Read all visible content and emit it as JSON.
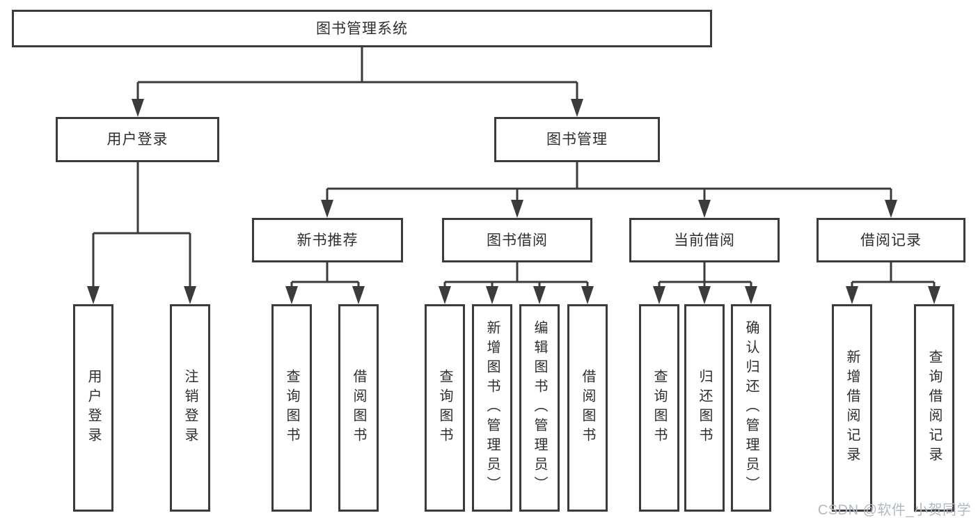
{
  "diagram": {
    "root": "图书管理系统",
    "level2": [
      {
        "label": "用户登录",
        "children": [
          "用户登录",
          "注销登录"
        ]
      },
      {
        "label": "图书管理",
        "children": [
          {
            "label": "新书推荐",
            "children": [
              "查询图书",
              "借阅图书"
            ]
          },
          {
            "label": "图书借阅",
            "children": [
              "查询图书",
              "新增图书（管理员）",
              "编辑图书（管理员）",
              "借阅图书"
            ]
          },
          {
            "label": "当前借阅",
            "children": [
              "查询图书",
              "归还图书",
              "确认归还（管理员）"
            ]
          },
          {
            "label": "借阅记录",
            "children": [
              "新增借阅记录",
              "查询借阅记录"
            ]
          }
        ]
      }
    ]
  },
  "watermark": "CSDN @软件_小贺同学",
  "colors": {
    "line": "#3b3b3b",
    "text": "#2e2e2e",
    "box": "#ffffff",
    "watermark": "#b3b9c1"
  }
}
